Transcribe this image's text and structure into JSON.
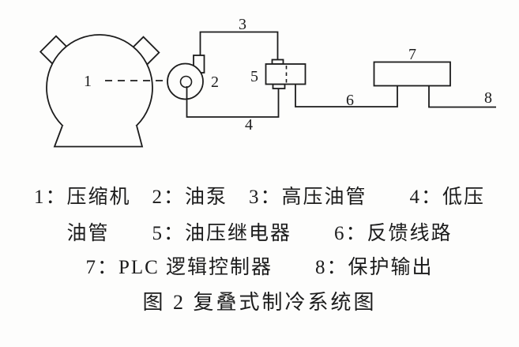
{
  "figure": {
    "labels": {
      "compressor": "1",
      "oil_pump": "2",
      "high_pressure_pipe": "3",
      "low_pressure_pipe": "4",
      "oil_pressure_relay": "5",
      "feedback_line": "6",
      "plc_controller": "7",
      "protection_output": "8"
    }
  },
  "legend": {
    "line1": "1：压缩机　2：油泵　3：高压油管　　4：低压",
    "line2": "油管　　5：油压继电器　　6：反馈线路",
    "line3": "7：PLC 逻辑控制器　　8：保护输出",
    "caption": "图 2 复叠式制冷系统图"
  },
  "colors": {
    "ink": "#1c1c1c",
    "paper": "#fdfdfc"
  }
}
